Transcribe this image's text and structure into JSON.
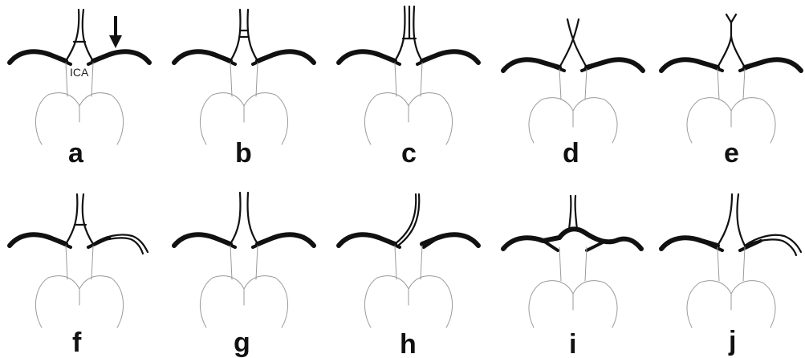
{
  "figure": {
    "panels": [
      {
        "letter": "a",
        "variant": "complete",
        "annotation": "ICA",
        "arrow": true
      },
      {
        "letter": "b",
        "variant": "complete-fused-acom",
        "annotation": "",
        "arrow": false
      },
      {
        "letter": "c",
        "variant": "triple-acom",
        "annotation": "",
        "arrow": false
      },
      {
        "letter": "d",
        "variant": "crossed-aca",
        "annotation": "",
        "arrow": false
      },
      {
        "letter": "e",
        "variant": "azygos-aca",
        "annotation": "",
        "arrow": false
      },
      {
        "letter": "f",
        "variant": "right-duplicated-mca",
        "annotation": "",
        "arrow": false
      },
      {
        "letter": "g",
        "variant": "absent-acom",
        "annotation": "",
        "arrow": false
      },
      {
        "letter": "h",
        "variant": "right-aca-aplasia",
        "annotation": "",
        "arrow": false
      },
      {
        "letter": "i",
        "variant": "aca-from-mca",
        "annotation": "",
        "arrow": false
      },
      {
        "letter": "j",
        "variant": "right-duplicated-mca-b",
        "annotation": "",
        "arrow": false
      }
    ],
    "colors": {
      "vessel": "#111111",
      "posterior": "#9a9a9a",
      "background": "#ffffff"
    }
  }
}
